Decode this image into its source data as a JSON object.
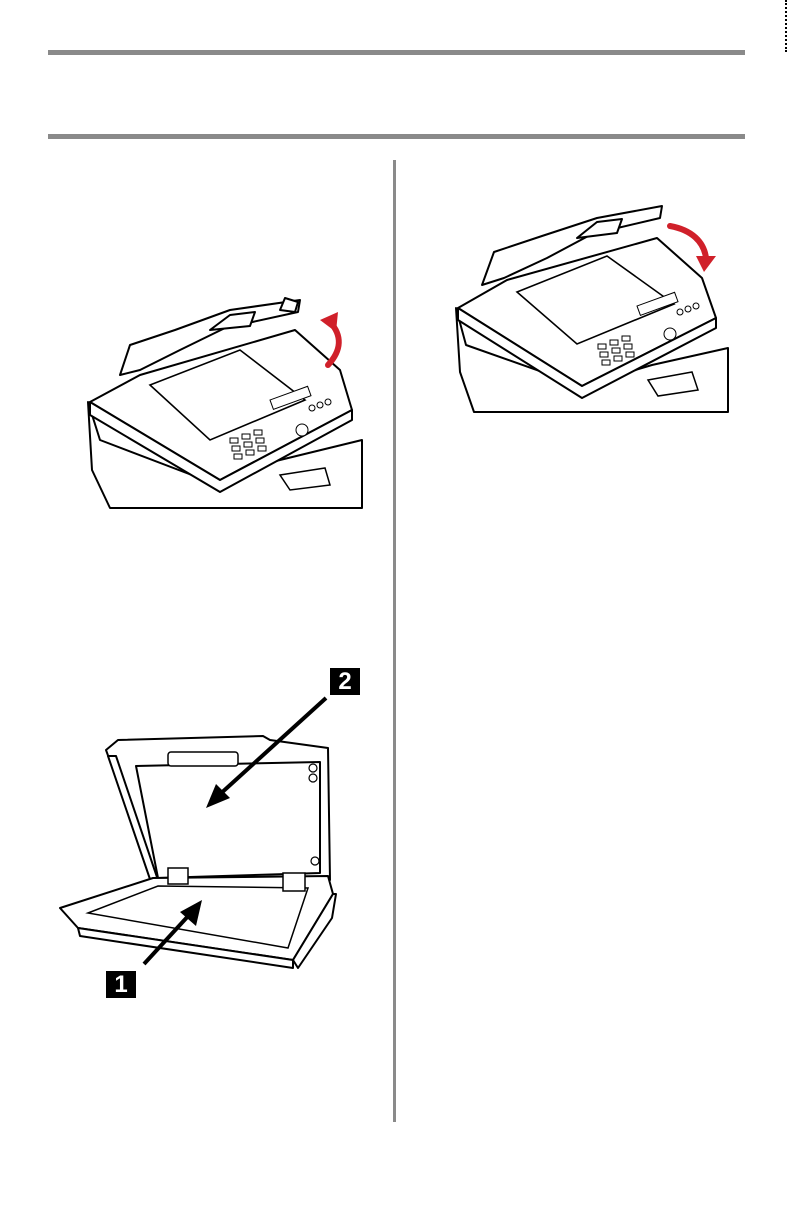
{
  "figures": {
    "open_lid": {
      "icon": "arrow-up-curved",
      "arrow_color": "#d0202a"
    },
    "close_lid": {
      "icon": "arrow-down-curved",
      "arrow_color": "#d0202a"
    },
    "glass_detail": {
      "callouts": [
        {
          "number": "1"
        },
        {
          "number": "2"
        }
      ]
    }
  }
}
